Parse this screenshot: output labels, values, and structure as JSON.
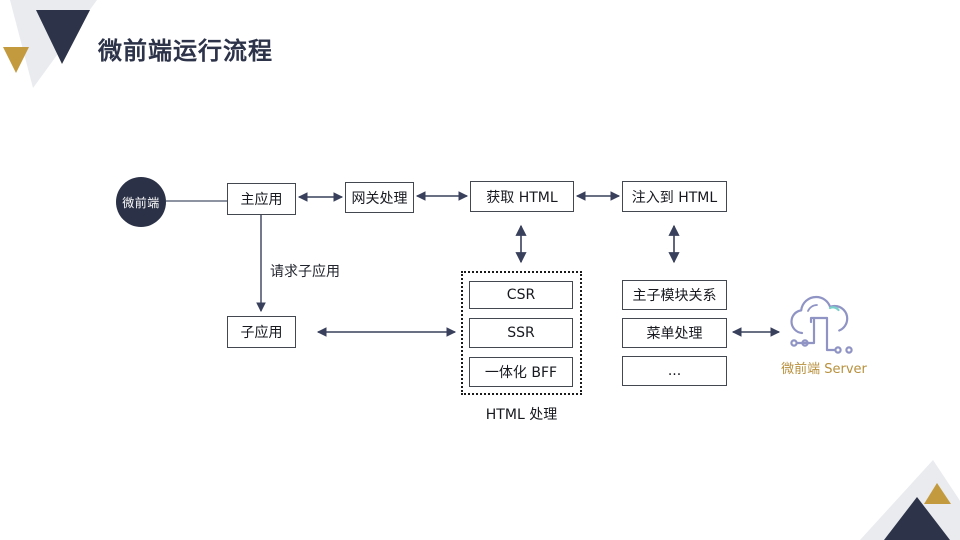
{
  "title": "微前端运行流程",
  "colors": {
    "navy": "#2d3349",
    "gold": "#c49a3f",
    "arrow": "#39405c",
    "connector_gray": "#8d93a0",
    "box_border": "#43474f",
    "cloud_lavender": "#8f94c5",
    "cloud_teal": "#7ad1cc",
    "decor_gray": "#e9ebee"
  },
  "icons": {
    "cloud_server": "cloud-server-icon"
  },
  "diagram": {
    "start": "微前端",
    "main_app": "主应用",
    "gateway": "网关处理",
    "fetch_html": "获取 HTML",
    "inject_html": "注入到 HTML",
    "request_label": "请求子应用",
    "sub_app": "子应用",
    "csr": "CSR",
    "ssr": "SSR",
    "bff": "一体化 BFF",
    "html_group_label": "HTML 处理",
    "module_relation": "主子模块关系",
    "menu": "菜单处理",
    "more": "...",
    "server": "微前端 Server"
  }
}
